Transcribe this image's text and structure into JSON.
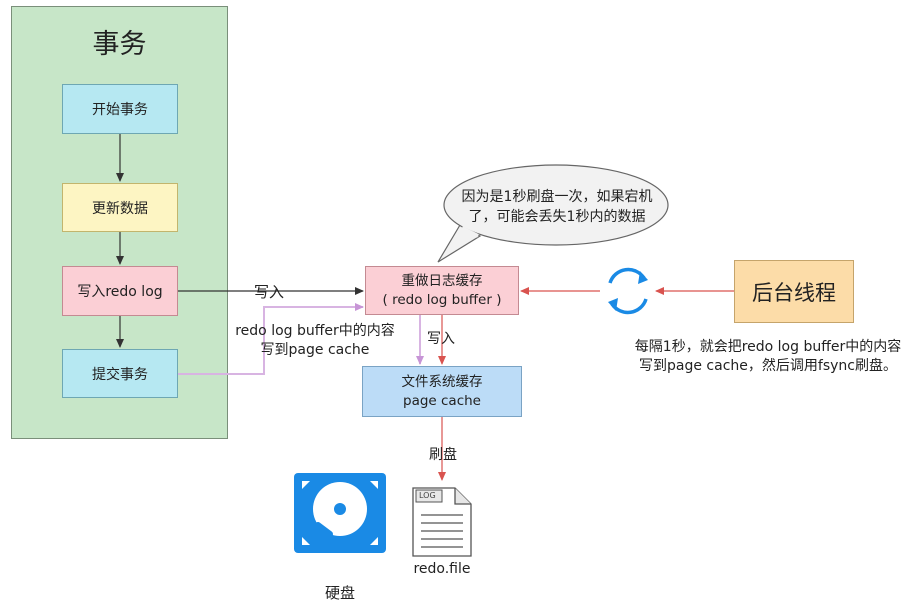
{
  "transaction_panel": {
    "title": "事务",
    "steps": [
      "开始事务",
      "更新数据",
      "写入redo log",
      "提交事务"
    ]
  },
  "redo_buffer": {
    "line1": "重做日志缓存",
    "line2": "( redo log buffer )"
  },
  "page_cache": {
    "line1": "文件系统缓存",
    "line2": "page cache"
  },
  "background_thread": {
    "label": "后台线程"
  },
  "labels": {
    "write_arrow": "写入",
    "commit_line1": "redo log buffer中的内容",
    "commit_line2": "写到page cache",
    "buffer_to_cache": "写入",
    "flush": "刷盘",
    "bg_desc_line1": "每隔1秒，就会把redo log buffer中的内容",
    "bg_desc_line2": "写到page cache，然后调用fsync刷盘。"
  },
  "bubble": {
    "line1": "因为是1秒刷盘一次，如果宕机",
    "line2": "了，可能会丢失1秒内的数据"
  },
  "disk": {
    "label": "硬盘"
  },
  "file": {
    "badge": "LOG",
    "label": "redo.file"
  },
  "colors": {
    "panel": "#c7e6c8",
    "pink": "#fbcfd5",
    "cyan": "#b6e8f2",
    "yellow": "#fdf5c3",
    "blue": "#bcdcf7",
    "orange": "#fcdca8",
    "red_arrow": "#d9534f",
    "lavender": "#d8b4e2",
    "disk_blue": "#1a8ae5"
  }
}
